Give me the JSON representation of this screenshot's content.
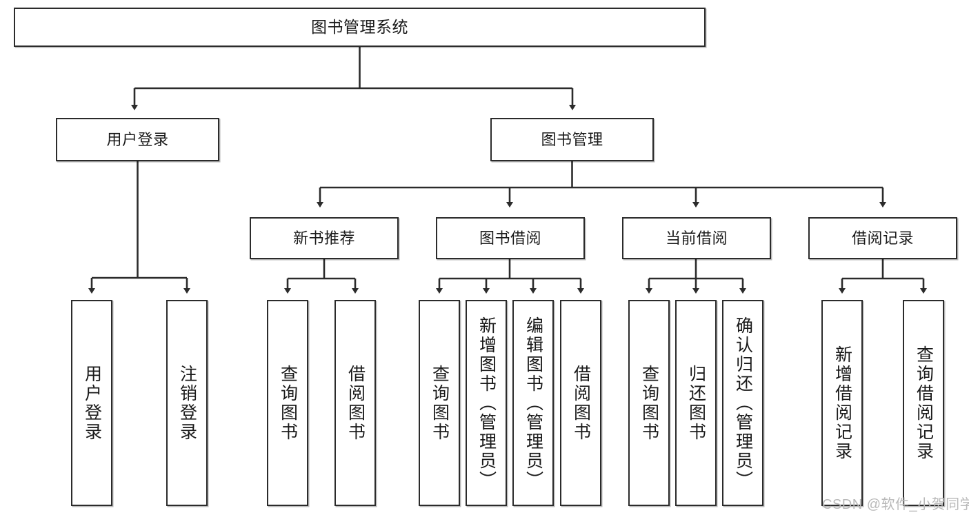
{
  "diagram": {
    "title": "图书管理系统",
    "type": "hierarchy-tree",
    "stroke_color": "#2b2b2b",
    "fill_color": "#ffffff",
    "text_color": "#1a1a1a",
    "root": {
      "label": "图书管理系统"
    },
    "level2": [
      {
        "label": "用户登录"
      },
      {
        "label": "图书管理"
      }
    ],
    "level3": [
      {
        "label": "新书推荐"
      },
      {
        "label": "图书借阅"
      },
      {
        "label": "当前借阅"
      },
      {
        "label": "借阅记录"
      }
    ],
    "leaves": [
      {
        "label": "用户登录"
      },
      {
        "label": "注销登录"
      },
      {
        "label": "查询图书"
      },
      {
        "label": "借阅图书"
      },
      {
        "label": "查询图书"
      },
      {
        "label": "新增图书（管理员）"
      },
      {
        "label": "编辑图书（管理员）"
      },
      {
        "label": "借阅图书"
      },
      {
        "label": "查询图书"
      },
      {
        "label": "归还图书"
      },
      {
        "label": "确认归还（管理员）"
      },
      {
        "label": "新增借阅记录"
      },
      {
        "label": "查询借阅记录"
      }
    ]
  },
  "watermark": {
    "text": "CSDN @软件_小贺同学"
  }
}
